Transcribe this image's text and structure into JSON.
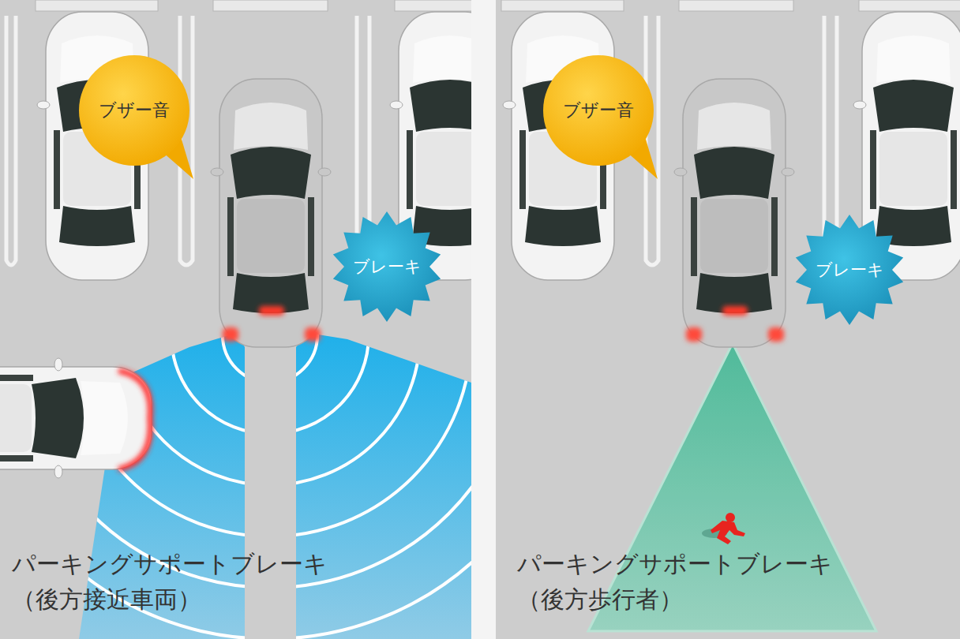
{
  "diagram": {
    "nodes": [
      {
        "text": [
          "ブザー音"
        ]
      },
      {
        "text": [
          "ブレーキ"
        ]
      },
      {
        "text": [
          "ブザー音"
        ]
      },
      {
        "text": [
          "ブレーキ"
        ]
      }
    ],
    "labels": [
      "パーキングサポートブレーキ",
      "（後方接近車両）",
      "パーキングサポートブレーキ",
      "（後方歩行者）"
    ]
  }
}
